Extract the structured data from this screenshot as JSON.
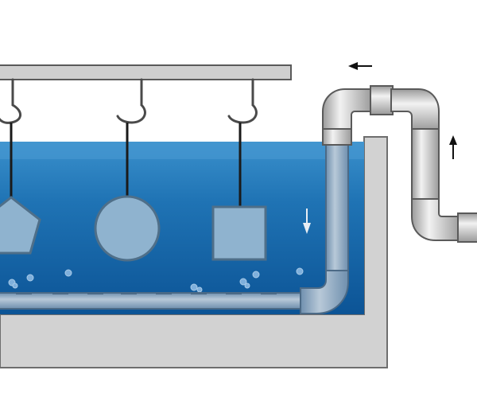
{
  "diagram": {
    "labels": [],
    "hung_objects": [
      {
        "name": "pentagon-part",
        "shape": "pentagon"
      },
      {
        "name": "circle-part",
        "shape": "circle"
      },
      {
        "name": "square-part",
        "shape": "square"
      }
    ],
    "flow_arrows": [
      "arrow-up",
      "arrow-left",
      "arrow-down"
    ]
  },
  "colors": {
    "water_top": "#2f86c3",
    "water_bottom": "#0f5a9c",
    "tank": "#d2d2d2",
    "tank_stroke": "#6e6e6e",
    "rail": "#cfcfcf",
    "pipe": "#c4c4c4",
    "object_fill": "#8fb3cf",
    "object_stroke": "#4f6f89",
    "arrow": "#111111",
    "bubble": "#79a8d6"
  }
}
